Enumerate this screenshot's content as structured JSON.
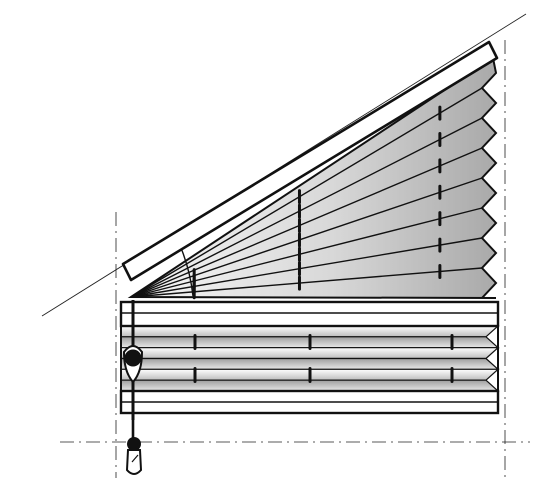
{
  "diagram": {
    "subject": "pleated-blind-for-sloped-window",
    "colors": {
      "stroke": "#111111",
      "fabric_light": "#f4f4f4",
      "fabric_dark": "#b8b8b8",
      "background": "#ffffff"
    },
    "pleat_count_fan": 8,
    "pleat_count_lower": 3,
    "icons": [
      "handle-knob-icon",
      "pull-cord-icon"
    ]
  }
}
